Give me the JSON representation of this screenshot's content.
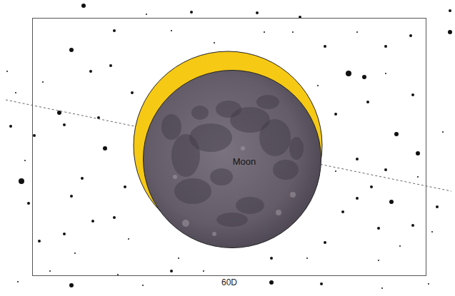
{
  "diagram": {
    "nodes": [
      {
        "text": [
          "60D"
        ]
      },
      {
        "text": [
          "Moon"
        ],
        "in": 0
      }
    ]
  }
}
